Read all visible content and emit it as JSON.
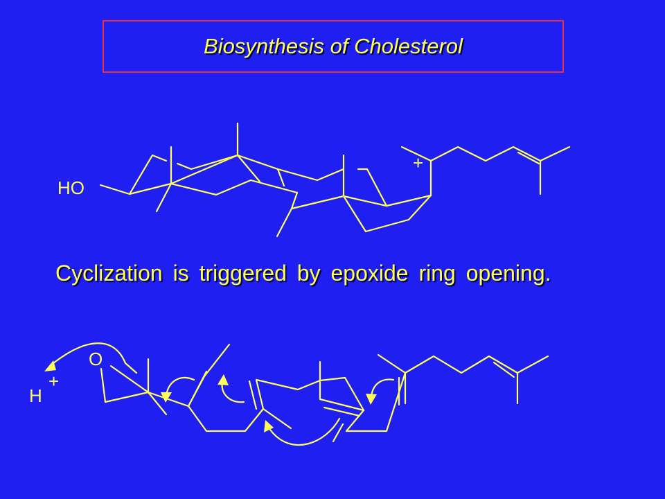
{
  "title": "Biosynthesis of Cholesterol",
  "caption": "Cyclization is triggered by epoxide ring opening.",
  "labels": {
    "ho": "HO",
    "cation_plus": "+",
    "oxygen": "O",
    "proton": "H",
    "proton_plus": "+"
  },
  "colors": {
    "background": "#1f1ff2",
    "text": "#ffff55",
    "title_border": "#e8313b"
  }
}
